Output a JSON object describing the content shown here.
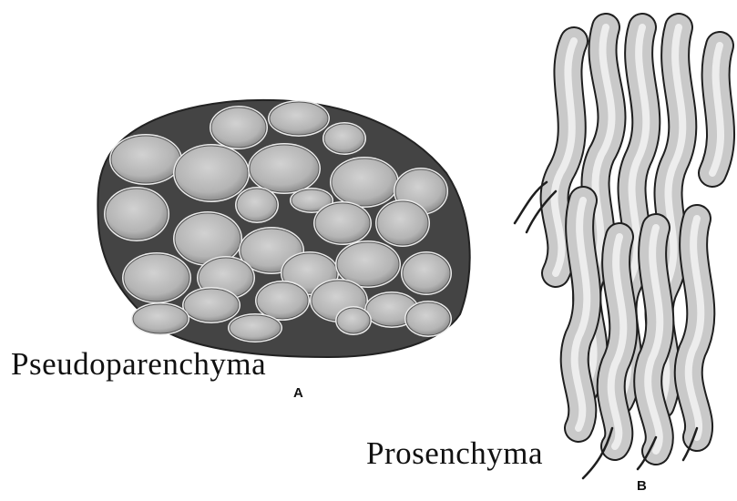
{
  "panels": {
    "left": {
      "label": "Pseudoparenchyma",
      "letter": "A"
    },
    "right": {
      "label": "Prosenchyma",
      "letter": "B"
    }
  },
  "colors": {
    "cell_fill": "#bdbdbd",
    "cell_rim": "#ececec",
    "matrix": "#3a3a3a",
    "hypha_fill": "#c9c9c9",
    "outline": "#1e1e1e",
    "text": "#111111"
  }
}
